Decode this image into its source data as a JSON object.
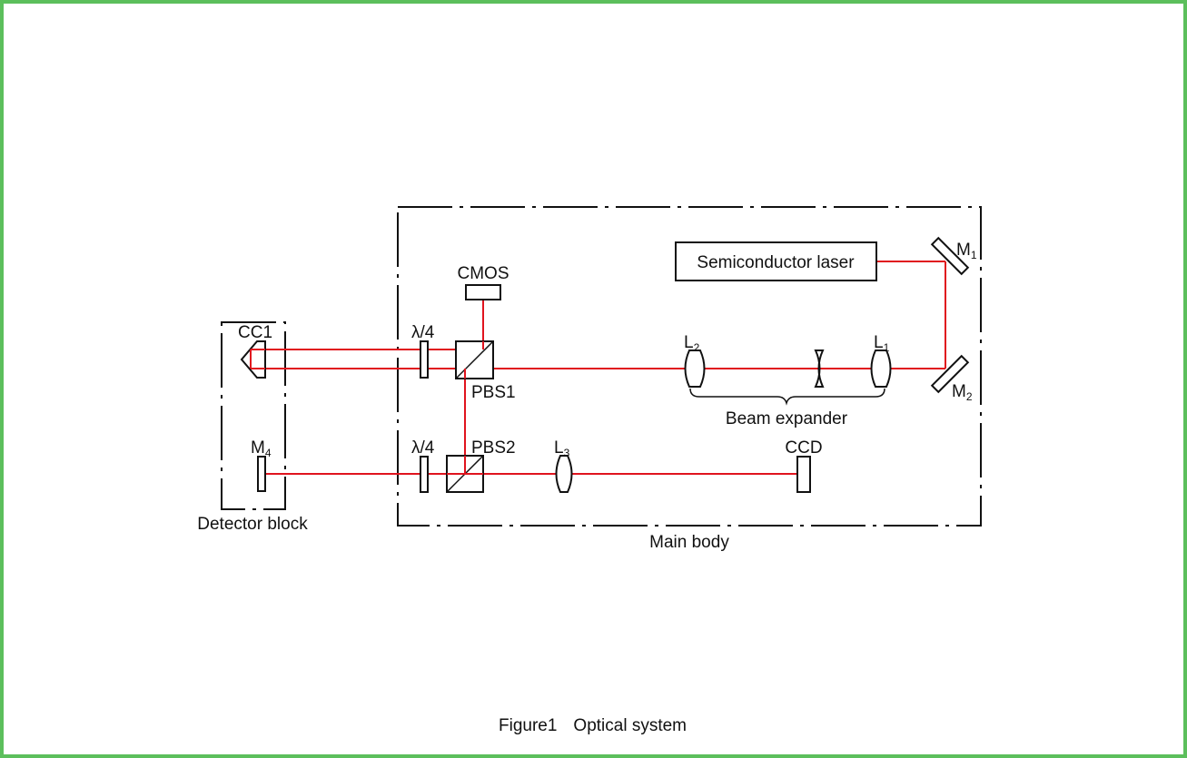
{
  "diagram": {
    "main_body_label": "Main body",
    "detector_block_label": "Detector block",
    "laser_label": "Semiconductor laser",
    "cmos_label": "CMOS",
    "ccd_label": "CCD",
    "pbs1_label": "PBS1",
    "pbs2_label": "PBS2",
    "cc1_label": "CC1",
    "qwp_top_label": "λ/4",
    "qwp_bottom_label": "λ/4",
    "beam_expander_label": "Beam expander",
    "m1": {
      "base": "M",
      "sub": "1"
    },
    "m2": {
      "base": "M",
      "sub": "2"
    },
    "m4": {
      "base": "M",
      "sub": "4"
    },
    "l1": {
      "base": "L",
      "sub": "1"
    },
    "l2": {
      "base": "L",
      "sub": "2"
    },
    "l3": {
      "base": "L",
      "sub": "3"
    }
  },
  "caption": {
    "number": "Figure1",
    "title": "Optical system"
  },
  "colors": {
    "beam": "#e0141e",
    "frame_border": "#5cbf5c",
    "line": "#111111"
  }
}
